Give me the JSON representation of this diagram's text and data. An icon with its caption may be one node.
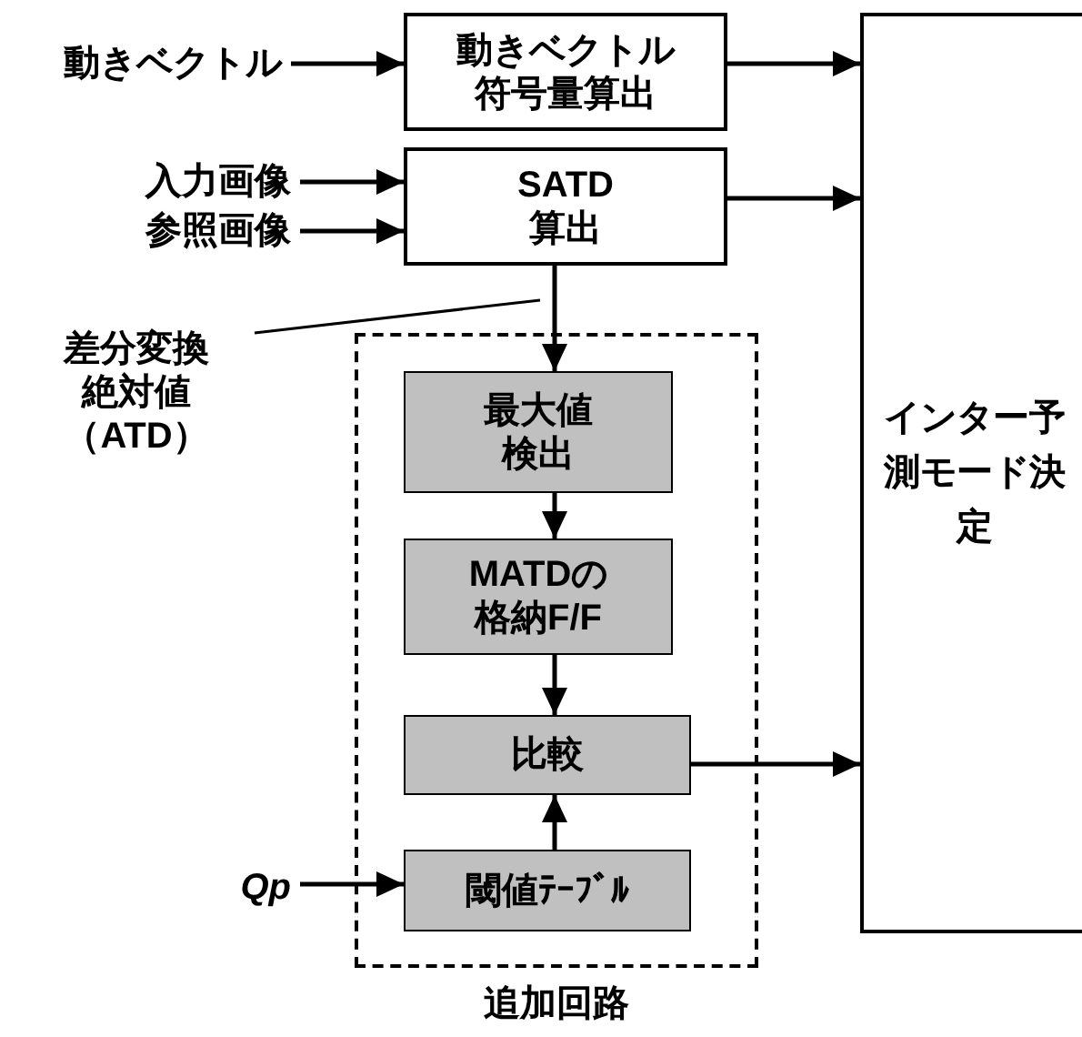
{
  "diagram": {
    "nodes": [
      {
        "text": [
          "動きベクトル"
        ]
      },
      {
        "text": [
          "動きベクトル符号量算出"
        ]
      },
      {
        "text": [
          "入力画像"
        ]
      },
      {
        "text": [
          "参照画像"
        ]
      },
      {
        "text": [
          "SATD算出"
        ]
      },
      {
        "text": [
          "差分変換絶対値（ATD）"
        ]
      },
      {
        "text": [
          "追加回路"
        ]
      },
      {
        "text": [
          "最大値検出"
        ],
        "in": 6
      },
      {
        "text": [
          "MATDの格納F/F"
        ],
        "in": 6
      },
      {
        "text": [
          "比較"
        ],
        "in": 6
      },
      {
        "text": [
          "閾値ﾃｰﾌﾞﾙ"
        ],
        "in": 6
      },
      {
        "text": [
          "Qp"
        ]
      },
      {
        "text": [
          "インター予測モード決定"
        ]
      }
    ],
    "edges": [
      {
        "from": 0,
        "to": 1,
        "arrow": "to"
      },
      {
        "from": 1,
        "to": 12,
        "arrow": "to"
      },
      {
        "from": 2,
        "to": 4,
        "arrow": "to"
      },
      {
        "from": 3,
        "to": 4,
        "arrow": "to"
      },
      {
        "from": 4,
        "to": 12,
        "arrow": "to"
      },
      {
        "from": 4,
        "to": 7,
        "arrow": "to"
      },
      {
        "from": 7,
        "to": 8,
        "arrow": "to"
      },
      {
        "from": 8,
        "to": 9,
        "arrow": "to"
      },
      {
        "from": 10,
        "to": 9,
        "arrow": "to"
      },
      {
        "from": 9,
        "to": 12,
        "arrow": "to"
      },
      {
        "from": 11,
        "to": 10,
        "arrow": "to"
      },
      {
        "from": 5,
        "to": null,
        "arrow": "none"
      }
    ]
  }
}
